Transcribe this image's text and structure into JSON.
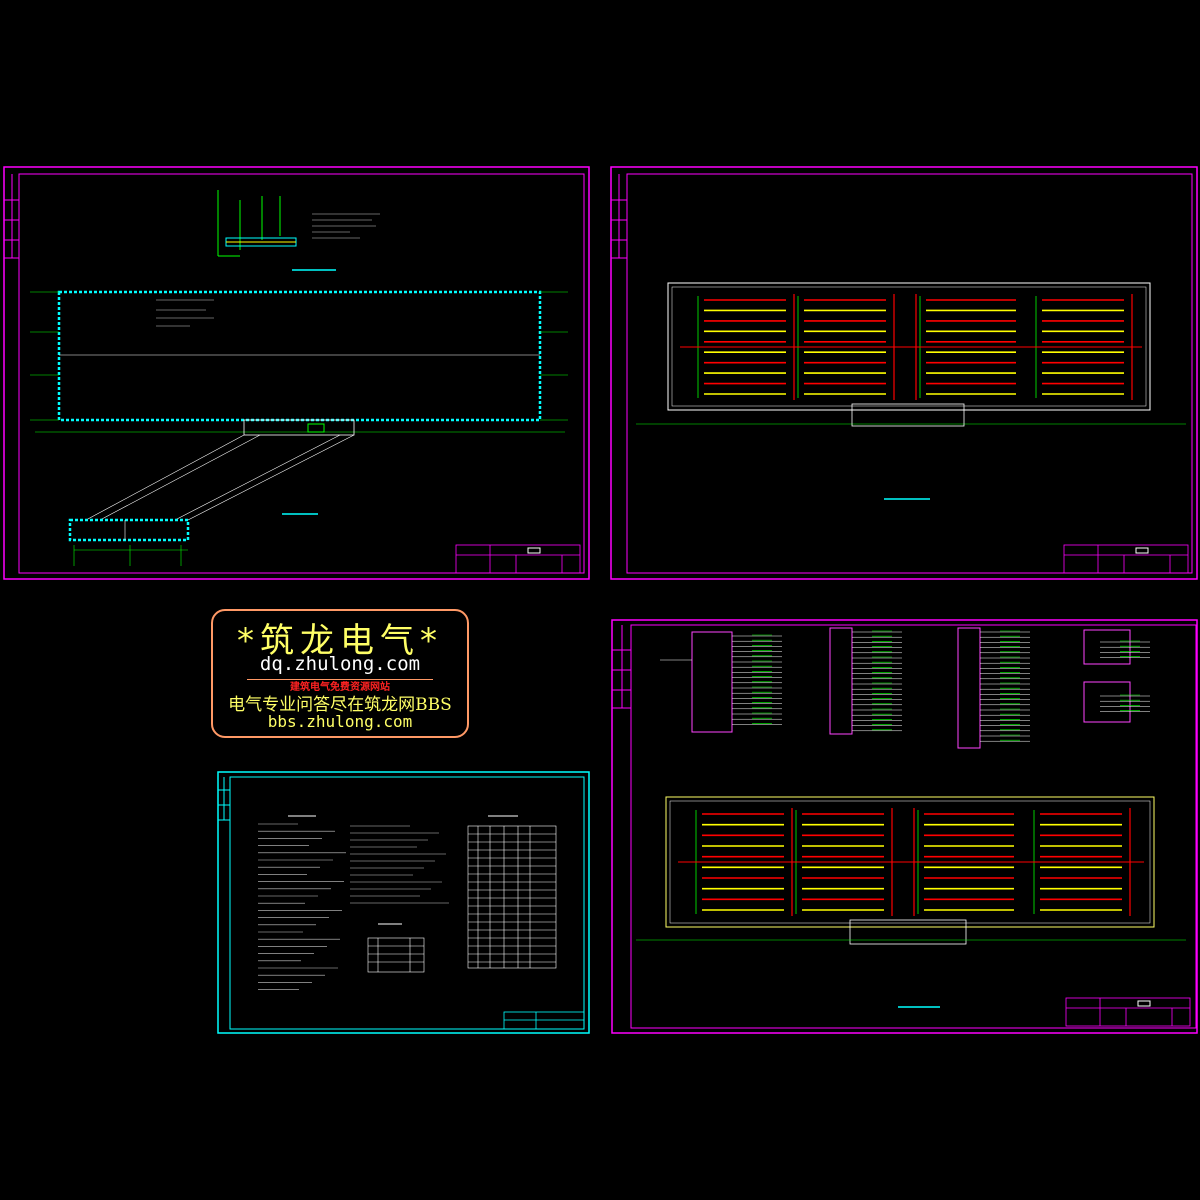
{
  "colors": {
    "background": "#000000",
    "sheet_border": "#ff00ff",
    "inner_border": "#ff44ff",
    "notes_border": "#00ffff",
    "wire_red": "#ff0000",
    "wire_yellow": "#ffff00",
    "wire_green": "#00ff00",
    "logo_border": "#ff9966",
    "logo_text": "#ffff66"
  },
  "logo": {
    "title": "*筑龙电气*",
    "url": "dq.zhulong.com",
    "subtitle": "建筑电气免费资源网站",
    "bbs_text": "电气专业问答尽在筑龙网BBS",
    "bbs_url": "bbs.zhulong.com"
  },
  "sheets": [
    {
      "id": "grounding-plan",
      "content": "grounding layout with rectangular building outline and slanted corridor"
    },
    {
      "id": "lighting-plan-1",
      "content": "lighting floor plan with red and yellow wiring"
    },
    {
      "id": "notes-sheet",
      "content": "design notes and materials table"
    },
    {
      "id": "lighting-plan-2",
      "content": "distribution panels and lighting floor plan"
    }
  ]
}
